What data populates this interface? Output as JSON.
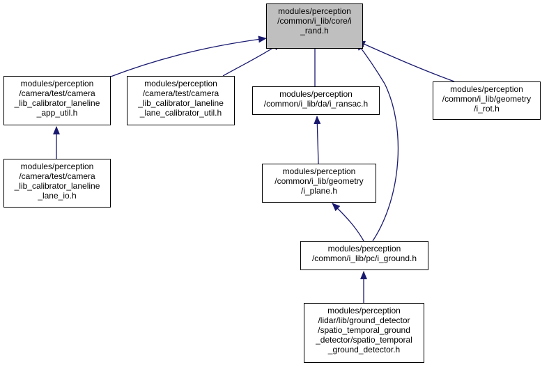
{
  "diagram": {
    "type": "include-dependency-graph",
    "edge_color": "#191970",
    "root_fill": "#bfbfbf",
    "nodes": [
      {
        "id": "i_rand",
        "lines": [
          "modules/perception",
          "/common/i_lib/core/i",
          "_rand.h"
        ]
      },
      {
        "id": "app_util",
        "lines": [
          "modules/perception",
          "/camera/test/camera",
          "_lib_calibrator_laneline",
          "_app_util.h"
        ]
      },
      {
        "id": "lane_cal",
        "lines": [
          "modules/perception",
          "/camera/test/camera",
          "_lib_calibrator_laneline",
          "_lane_calibrator_util.h"
        ]
      },
      {
        "id": "i_ransac",
        "lines": [
          "modules/perception",
          "/common/i_lib/da/i_ransac.h"
        ]
      },
      {
        "id": "i_rot",
        "lines": [
          "modules/perception",
          "/common/i_lib/geometry",
          "/i_rot.h"
        ]
      },
      {
        "id": "lane_io",
        "lines": [
          "modules/perception",
          "/camera/test/camera",
          "_lib_calibrator_laneline",
          "_lane_io.h"
        ]
      },
      {
        "id": "i_plane",
        "lines": [
          "modules/perception",
          "/common/i_lib/geometry",
          "/i_plane.h"
        ]
      },
      {
        "id": "i_ground",
        "lines": [
          "modules/perception",
          "/common/i_lib/pc/i_ground.h"
        ]
      },
      {
        "id": "spatio",
        "lines": [
          "modules/perception",
          "/lidar/lib/ground_detector",
          "/spatio_temporal_ground",
          "_detector/spatio_temporal",
          "_ground_detector.h"
        ]
      }
    ],
    "edges": [
      {
        "from": "app_util",
        "to": "i_rand"
      },
      {
        "from": "lane_cal",
        "to": "i_rand"
      },
      {
        "from": "i_ransac",
        "to": "i_rand"
      },
      {
        "from": "i_ground",
        "to": "i_rand"
      },
      {
        "from": "i_rot",
        "to": "i_rand"
      },
      {
        "from": "lane_io",
        "to": "app_util"
      },
      {
        "from": "i_plane",
        "to": "i_ransac"
      },
      {
        "from": "i_ground",
        "to": "i_plane"
      },
      {
        "from": "spatio",
        "to": "i_ground"
      }
    ]
  }
}
